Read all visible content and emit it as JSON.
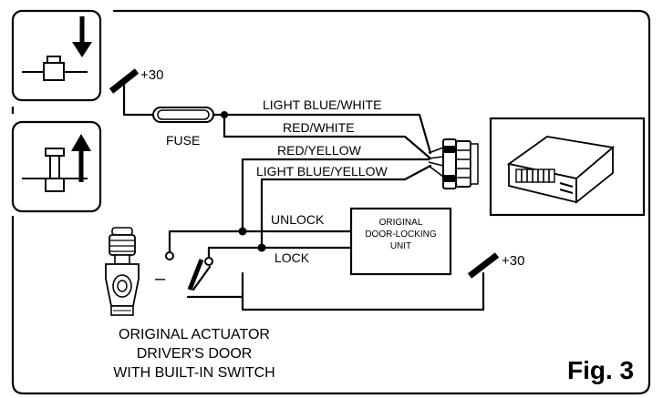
{
  "labels": {
    "plus30_top": "+30",
    "fuse": "FUSE",
    "wire_light_blue_white": "LIGHT BLUE/WHITE",
    "wire_red_white": "RED/WHITE",
    "wire_red_yellow": "RED/YELLOW",
    "wire_light_blue_yellow": "LIGHT BLUE/YELLOW",
    "unlock": "UNLOCK",
    "lock": "LOCK",
    "unit_line1": "ORIGINAL",
    "unit_line2": "DOOR-LOCKING",
    "unit_line3": "UNIT",
    "plus30_right": "+30",
    "minus": "–",
    "actuator_line1": "ORIGINAL ACTUATOR",
    "actuator_line2": "DRIVER'S DOOR",
    "actuator_line3": "WITH BUILT-IN SWITCH",
    "figure": "Fig. 3"
  },
  "icons": {
    "lock_pin_down": "lock-pin-down-icon",
    "lock_pin_up": "lock-pin-up-icon",
    "module": "control-module-icon",
    "actuator": "actuator-icon"
  }
}
